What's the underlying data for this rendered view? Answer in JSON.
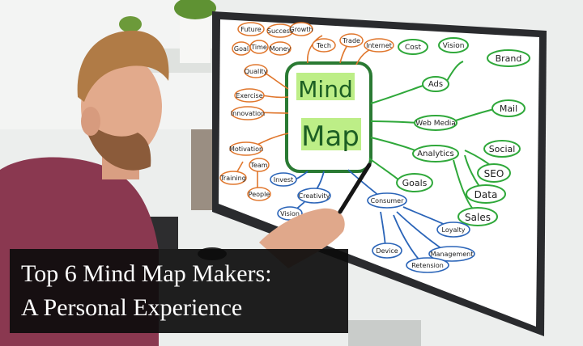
{
  "caption": {
    "line1": "Top 6 Mind Map Makers:",
    "line2": "A Personal Experience"
  },
  "mindmap": {
    "center": [
      "Mind",
      "Map"
    ],
    "nodes": {
      "future": "Future",
      "success": "Success",
      "growth": "Growth",
      "goal": "Goal",
      "time": "Time",
      "money": "Money",
      "quality": "Quality",
      "tech": "Tech",
      "trade": "Trade",
      "internet": "Internet",
      "cost": "Cost",
      "vision": "Vision",
      "brand": "Brand",
      "ads": "Ads",
      "mail": "Mail",
      "web_media": "Web Media",
      "social": "Social",
      "analytics": "Analytics",
      "seo": "SEO",
      "goals": "Goals",
      "data": "Data",
      "sales": "Sales",
      "exercise": "Exercise",
      "innovation": "Innovation",
      "motivation": "Motivation",
      "team": "Team",
      "training": "Training",
      "people": "People",
      "invest": "Invest",
      "creativity": "Creativity",
      "vision_blue": "Vision",
      "consumer": "Consumer",
      "loyalty": "Loyalty",
      "management": "Management",
      "device": "Device",
      "retension": "Retension"
    }
  },
  "colors": {
    "orange": "#e0762c",
    "green": "#2fa83a",
    "blue": "#2a64b8",
    "center_border": "#2a7a33",
    "caption_bg": "#0c0c0c"
  }
}
